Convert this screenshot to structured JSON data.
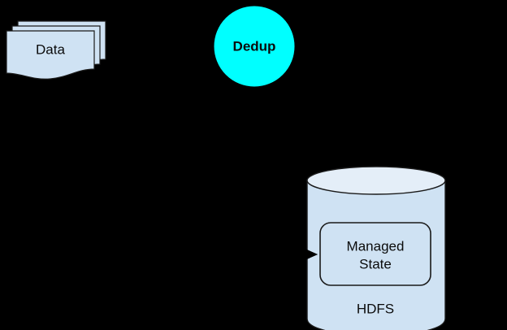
{
  "diagram": {
    "type": "flow-diagram",
    "background_color": "#000000",
    "nodes": [
      {
        "id": "data",
        "label": "Data",
        "shape": "document-stack",
        "sheet_count": 3,
        "fill_color": "#CFE2F3",
        "stroke_color": "#1A1A1A",
        "text_color": "#0B0B0B",
        "bold": false
      },
      {
        "id": "dedup",
        "label": "Dedup",
        "shape": "circle",
        "fill_color": "#00FFFF",
        "stroke_color": "#00FFFF",
        "text_color": "#000000",
        "bold": true
      },
      {
        "id": "hdfs",
        "label": "HDFS",
        "shape": "cylinder",
        "fill_color": "#CFE2F3",
        "top_fill_color": "#E4EEF8",
        "stroke_color": "#1A1A1A",
        "text_color": "#0B0B0B",
        "bold": false
      },
      {
        "id": "managed-state",
        "label_line1": "Managed",
        "label_line2": "State",
        "shape": "rounded-rectangle",
        "fill_color": "#CFE2F3",
        "stroke_color": "#1A1A1A",
        "text_color": "#0B0B0B",
        "bold": false
      }
    ],
    "edges": [
      {
        "id": "to-managed-state",
        "from": "dedup",
        "to": "managed-state",
        "arrowhead": "filled-triangle",
        "color": "#000000"
      }
    ]
  }
}
